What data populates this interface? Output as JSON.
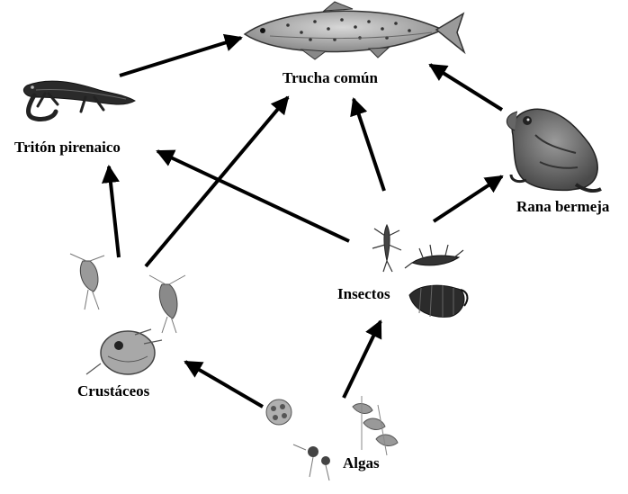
{
  "nodes": {
    "trucha": {
      "label": "Trucha común",
      "icon": "trout-icon"
    },
    "triton": {
      "label": "Tritón pirenaico",
      "icon": "newt-icon"
    },
    "rana": {
      "label": "Rana bermeja",
      "icon": "frog-icon"
    },
    "insectos": {
      "label": "Insectos",
      "icon": "insect-larvae-icon"
    },
    "crustaceos": {
      "label": "Crustáceos",
      "icon": "crustaceans-icon"
    },
    "algas": {
      "label": "Algas",
      "icon": "algae-icon"
    }
  },
  "edges": [
    {
      "from": "triton",
      "to": "trucha"
    },
    {
      "from": "rana",
      "to": "trucha"
    },
    {
      "from": "insectos",
      "to": "trucha"
    },
    {
      "from": "crustaceos",
      "to": "trucha"
    },
    {
      "from": "insectos",
      "to": "triton"
    },
    {
      "from": "crustaceos",
      "to": "triton"
    },
    {
      "from": "insectos",
      "to": "rana"
    },
    {
      "from": "algas",
      "to": "insectos"
    },
    {
      "from": "algas",
      "to": "crustaceos"
    }
  ],
  "colors": {
    "arrow": "#000000",
    "text": "#000000",
    "background": "#ffffff"
  }
}
